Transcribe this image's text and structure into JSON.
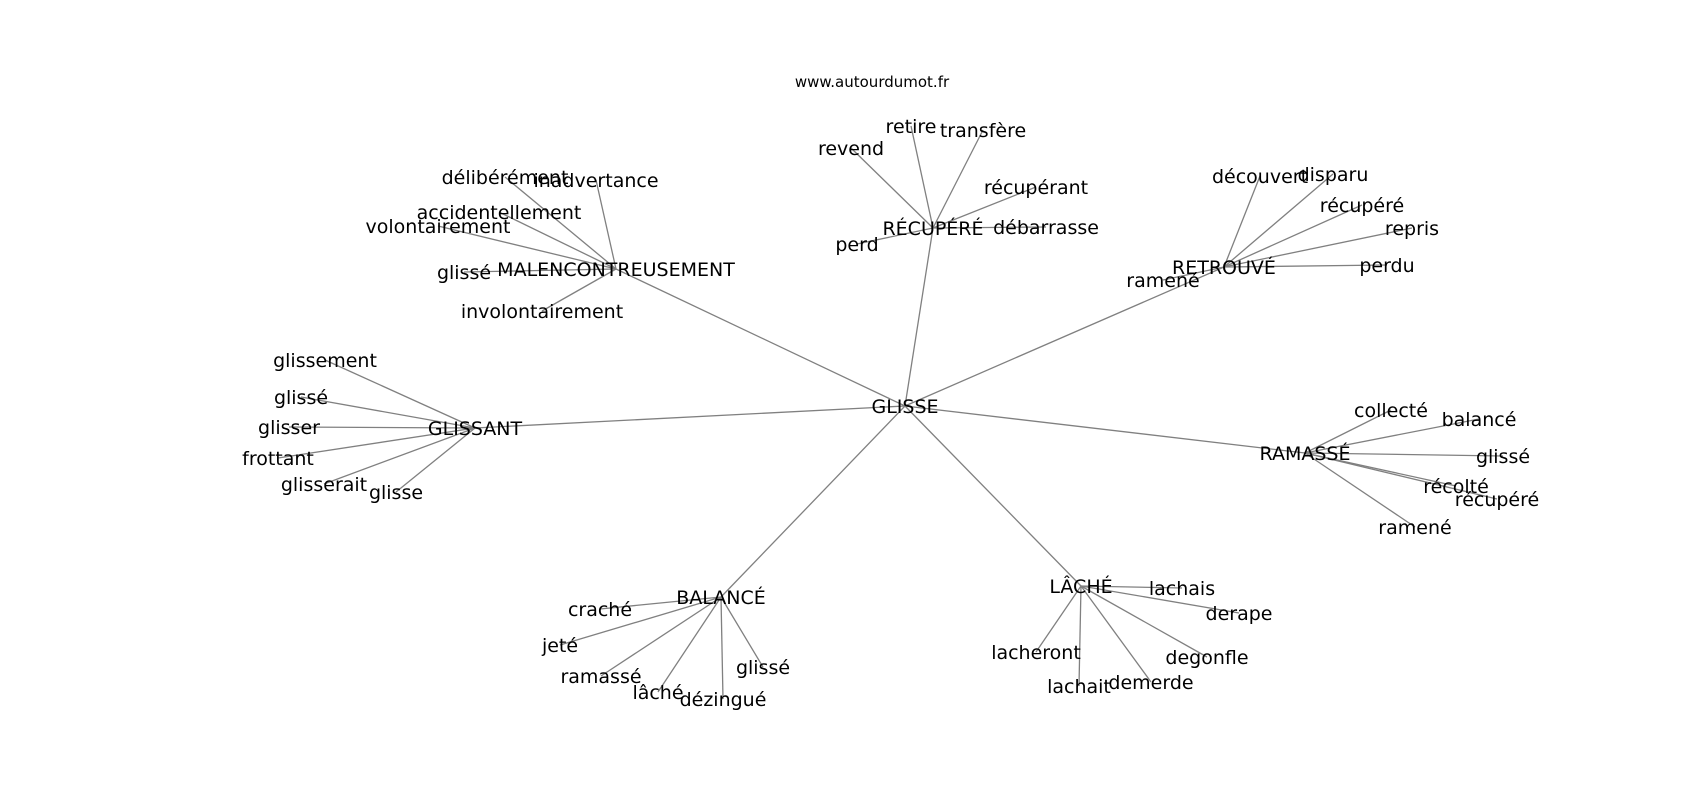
{
  "watermark": "www.autourdumot.fr",
  "colors": {
    "edge": "#808080",
    "text": "#000000",
    "background": "#ffffff"
  },
  "center": "GLISSE",
  "clusters": [
    {
      "label": "MALENCONTREUSEMENT",
      "leaves": [
        "délibérément",
        "inadvertance",
        "accidentellement",
        "volontairement",
        "glissé",
        "involontairement"
      ]
    },
    {
      "label": "RÉCUPÉRÉ",
      "leaves": [
        "revend",
        "retire",
        "transfère",
        "récupérant",
        "débarrasse",
        "perd"
      ]
    },
    {
      "label": "RETROUVÉ",
      "leaves": [
        "découvert",
        "disparu",
        "récupéré",
        "repris",
        "perdu",
        "ramené"
      ]
    },
    {
      "label": "GLISSANT",
      "leaves": [
        "glissement",
        "glissé",
        "glisser",
        "frottant",
        "glisserait",
        "glisse"
      ]
    },
    {
      "label": "RAMASSÉ",
      "leaves": [
        "collecté",
        "balancé",
        "glissé",
        "récolté",
        "récupéré",
        "ramené"
      ]
    },
    {
      "label": "BALANCÉ",
      "leaves": [
        "craché",
        "jeté",
        "ramassé",
        "lâché",
        "dézingué",
        "glissé"
      ]
    },
    {
      "label": "LÂCHÉ",
      "leaves": [
        "lachais",
        "derape",
        "degonfle",
        "demerde",
        "lachait",
        "lacheront"
      ]
    }
  ]
}
